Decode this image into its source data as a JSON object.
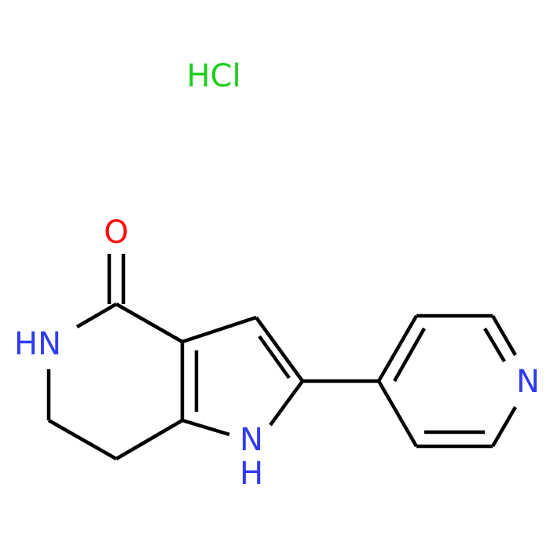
{
  "salt": {
    "label": "HCl",
    "color": "#1fce1f"
  },
  "atoms": {
    "oxygen": {
      "label": "O",
      "color": "#ff0d0d"
    },
    "ring_nh": {
      "label": "HN",
      "color": "#2f3bf2"
    },
    "pyrrole_n": {
      "label": "N",
      "color": "#2f3bf2"
    },
    "pyrrole_h": {
      "label": "H",
      "color": "#2f3bf2"
    },
    "pyridine_n": {
      "label": "N",
      "color": "#2f3bf2"
    }
  },
  "bond_color": "#000000",
  "background": "#ffffff"
}
